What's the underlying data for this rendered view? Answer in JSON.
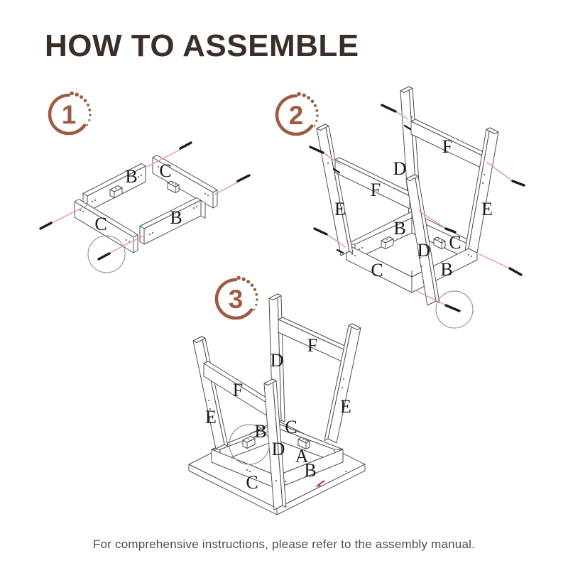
{
  "title": "HOW TO ASSEMBLE",
  "footer": "For comprehensive instructions, please refer to the assembly manual.",
  "colors": {
    "accent": "#9c5c44",
    "title": "#3a2e28",
    "line": "#4f4f4f",
    "red": "#e59a9a",
    "screw": "#1c1c1c",
    "arrow": "#c03a30",
    "label": "#1a1a1a",
    "footer": "#4d4d4d"
  },
  "steps": [
    {
      "number": "1",
      "labels": {
        "b_back": "B",
        "c_back": "C",
        "c_front": "C",
        "b_front": "B"
      }
    },
    {
      "number": "2",
      "labels": {
        "f_right": "F",
        "d_back": "D",
        "f_left": "F",
        "e_left": "E",
        "e_right": "E",
        "b_inner": "B",
        "c_inner": "C",
        "d_front": "D",
        "c_front": "C",
        "b_front": "B"
      }
    },
    {
      "number": "3",
      "labels": {
        "f_right": "F",
        "d_back": "D",
        "f_left": "F",
        "e_left": "E",
        "e_right": "E",
        "b_inner": "B",
        "c_inner": "C",
        "d_front": "D",
        "a_top": "A",
        "b_front": "B",
        "c_front": "C"
      }
    }
  ]
}
